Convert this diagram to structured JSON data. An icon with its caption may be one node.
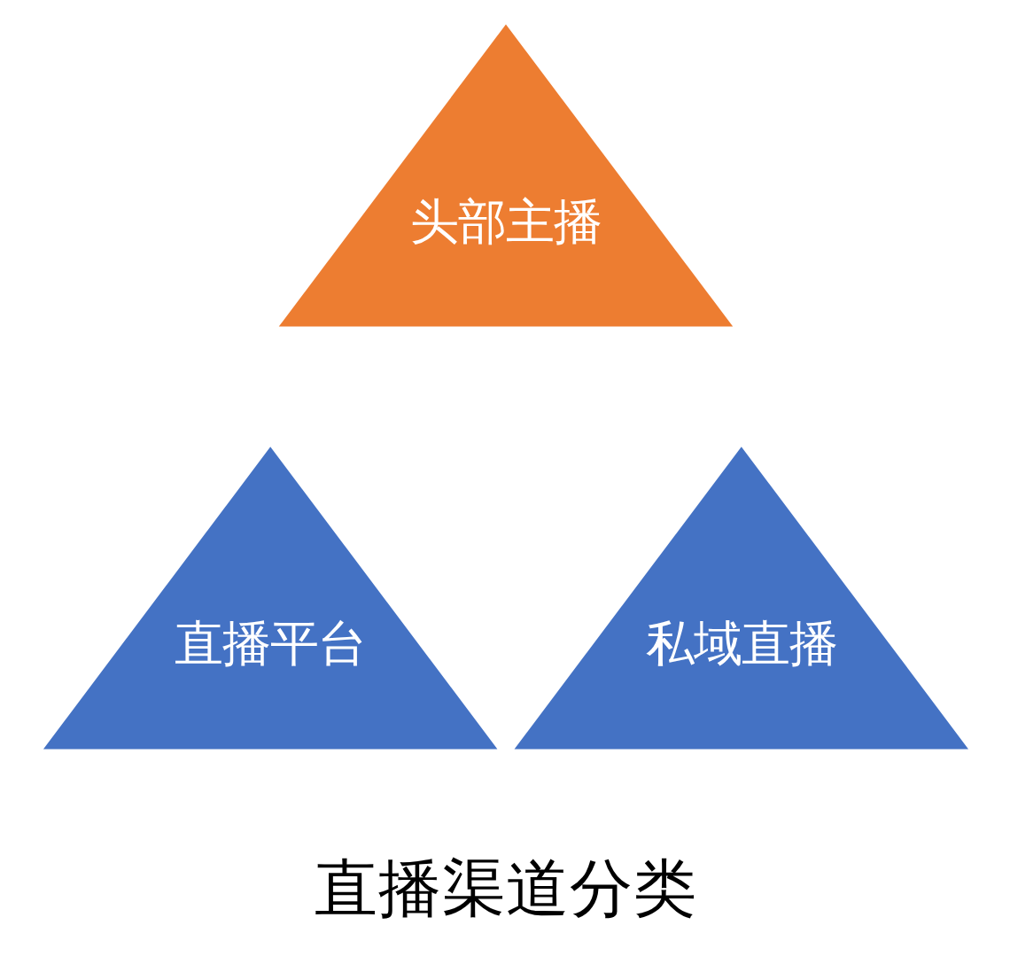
{
  "diagram": {
    "title": "直播渠道分类",
    "nodes": [
      {
        "text": [
          "头部主播"
        ]
      },
      {
        "text": [
          "直播平台"
        ]
      },
      {
        "text": [
          "私域直播"
        ]
      }
    ],
    "edges": []
  }
}
